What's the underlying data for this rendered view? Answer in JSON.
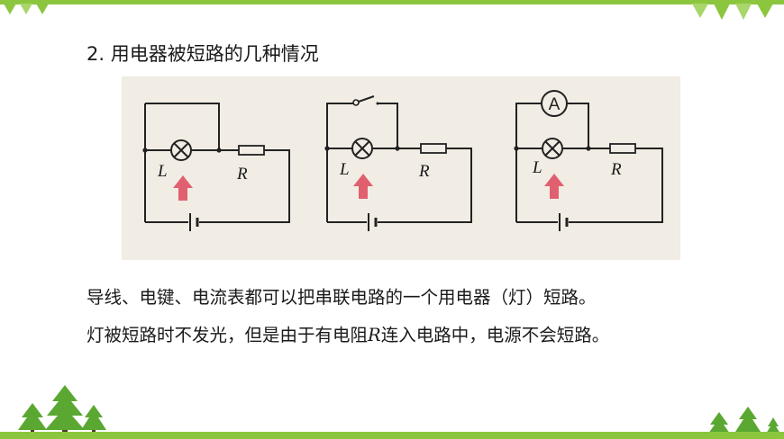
{
  "page": {
    "title": "2. 用电器被短路的几种情况",
    "line1": "导线、电键、电流表都可以把串联电路的一个用电器（灯）短路。",
    "line2_before": "灯被短路时不发光，但是由于有电阻",
    "line2_var": "R",
    "line2_after": "连入电路中，电源不会短路。"
  },
  "figure": {
    "circuits": [
      {
        "shorting_element": "wire",
        "lamp_label": "L",
        "resistor_label": "R"
      },
      {
        "shorting_element": "switch",
        "lamp_label": "L",
        "resistor_label": "R"
      },
      {
        "shorting_element": "ammeter",
        "lamp_label": "L",
        "resistor_label": "R",
        "meter_label": "A"
      }
    ],
    "background_color": "#f1ece4",
    "arrow_color": "#e06070"
  },
  "colors": {
    "accent_green": "#8cc63f",
    "tree_green": "#5aa832"
  },
  "icons": [
    "tree-icon",
    "bunting-icon",
    "lamp-icon",
    "resistor-icon",
    "battery-icon",
    "switch-icon",
    "ammeter-icon",
    "arrow-up-icon"
  ]
}
